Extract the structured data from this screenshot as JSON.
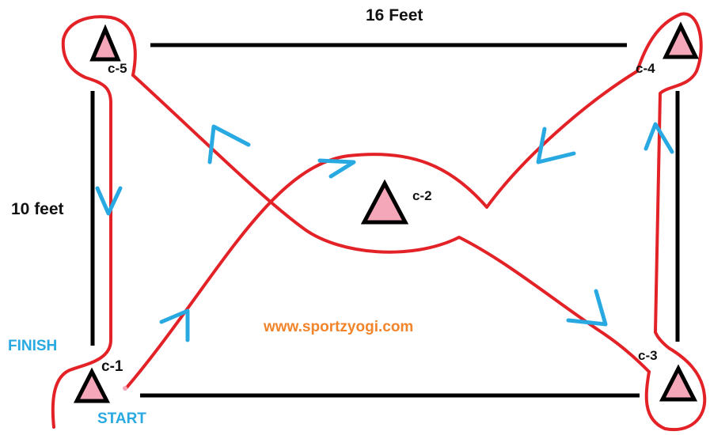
{
  "labels": {
    "width": "16 Feet",
    "height": "10 feet",
    "finish": "FINISH",
    "start": "START",
    "website": "www.sportzyogi.com"
  },
  "cones": {
    "c1": "c-1",
    "c2": "c-2",
    "c3": "c-3",
    "c4": "c-4",
    "c5": "c-5"
  },
  "colors": {
    "path": "#e32227",
    "arrow": "#29a9e1",
    "cone_fill": "#f4a7b9",
    "cone_stroke": "#000000",
    "boundary": "#000000",
    "website": "#f2842b",
    "finish_start": "#29a9e1"
  },
  "icons": {
    "cone": "triangle-cone-icon",
    "direction": "chevron-arrow-icon"
  }
}
